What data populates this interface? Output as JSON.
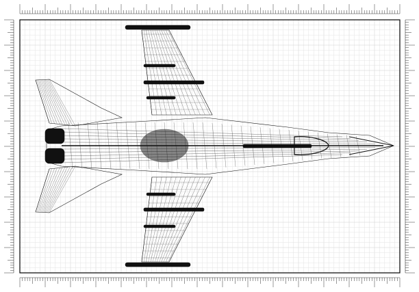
{
  "drawing": {
    "subject": "jet-fighter-wireframe-top-view",
    "colors": {
      "background": "#ffffff",
      "grid_minor": "#e3e3e3",
      "grid_major": "#cfcfcf",
      "frame": "#000000",
      "ink": "#111111",
      "ruler_tick": "#333333"
    },
    "grid": true,
    "rulers": [
      "top",
      "bottom",
      "left",
      "right"
    ]
  }
}
